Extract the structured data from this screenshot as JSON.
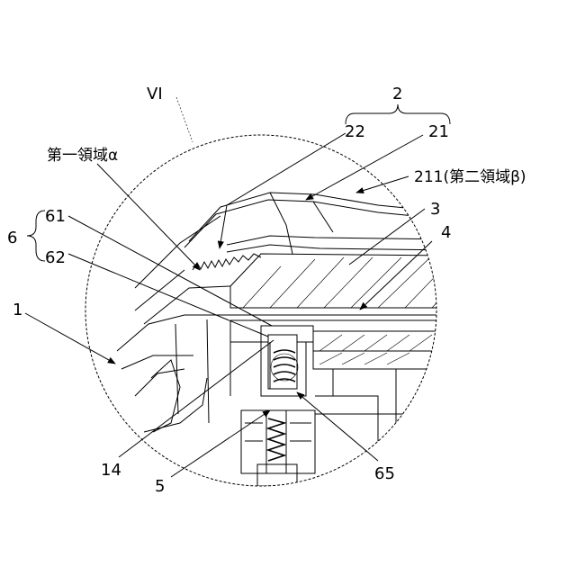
{
  "view_label": "VI",
  "callouts": {
    "assembly": "2",
    "part_22": "22",
    "part_21": "21",
    "part_211_note": "211(第二領域β)",
    "part_3": "3",
    "part_4": "4",
    "region_alpha": "第一領域α",
    "group_6": "6",
    "part_61": "61",
    "part_62": "62",
    "part_1": "1",
    "part_14": "14",
    "part_5": "5",
    "part_65": "65"
  }
}
